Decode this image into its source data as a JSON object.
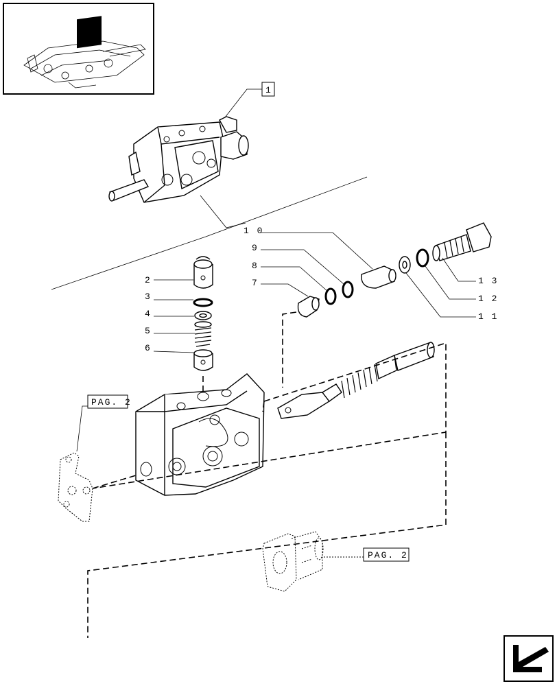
{
  "diagram": {
    "callouts": [
      {
        "id": "1",
        "text": "1"
      },
      {
        "id": "2",
        "text": "2"
      },
      {
        "id": "3",
        "text": "3"
      },
      {
        "id": "4",
        "text": "4"
      },
      {
        "id": "5",
        "text": "5"
      },
      {
        "id": "6",
        "text": "6"
      },
      {
        "id": "7",
        "text": "7"
      },
      {
        "id": "8",
        "text": "8"
      },
      {
        "id": "9",
        "text": "9"
      },
      {
        "id": "10",
        "text": "1 0"
      },
      {
        "id": "11",
        "text": "1 1"
      },
      {
        "id": "12",
        "text": "1 2"
      },
      {
        "id": "13",
        "text": "1 3"
      }
    ],
    "page_refs": [
      {
        "id": "pag-left",
        "text": "PAG. 2"
      },
      {
        "id": "pag-right",
        "text": "PAG. 2"
      }
    ]
  },
  "colors": {
    "ink": "#000000",
    "paper": "#ffffff"
  },
  "icons": {
    "thumbnail": "tractor-hydraulic-lift-thumbnail",
    "nav": "previous-page-arrow-icon"
  }
}
